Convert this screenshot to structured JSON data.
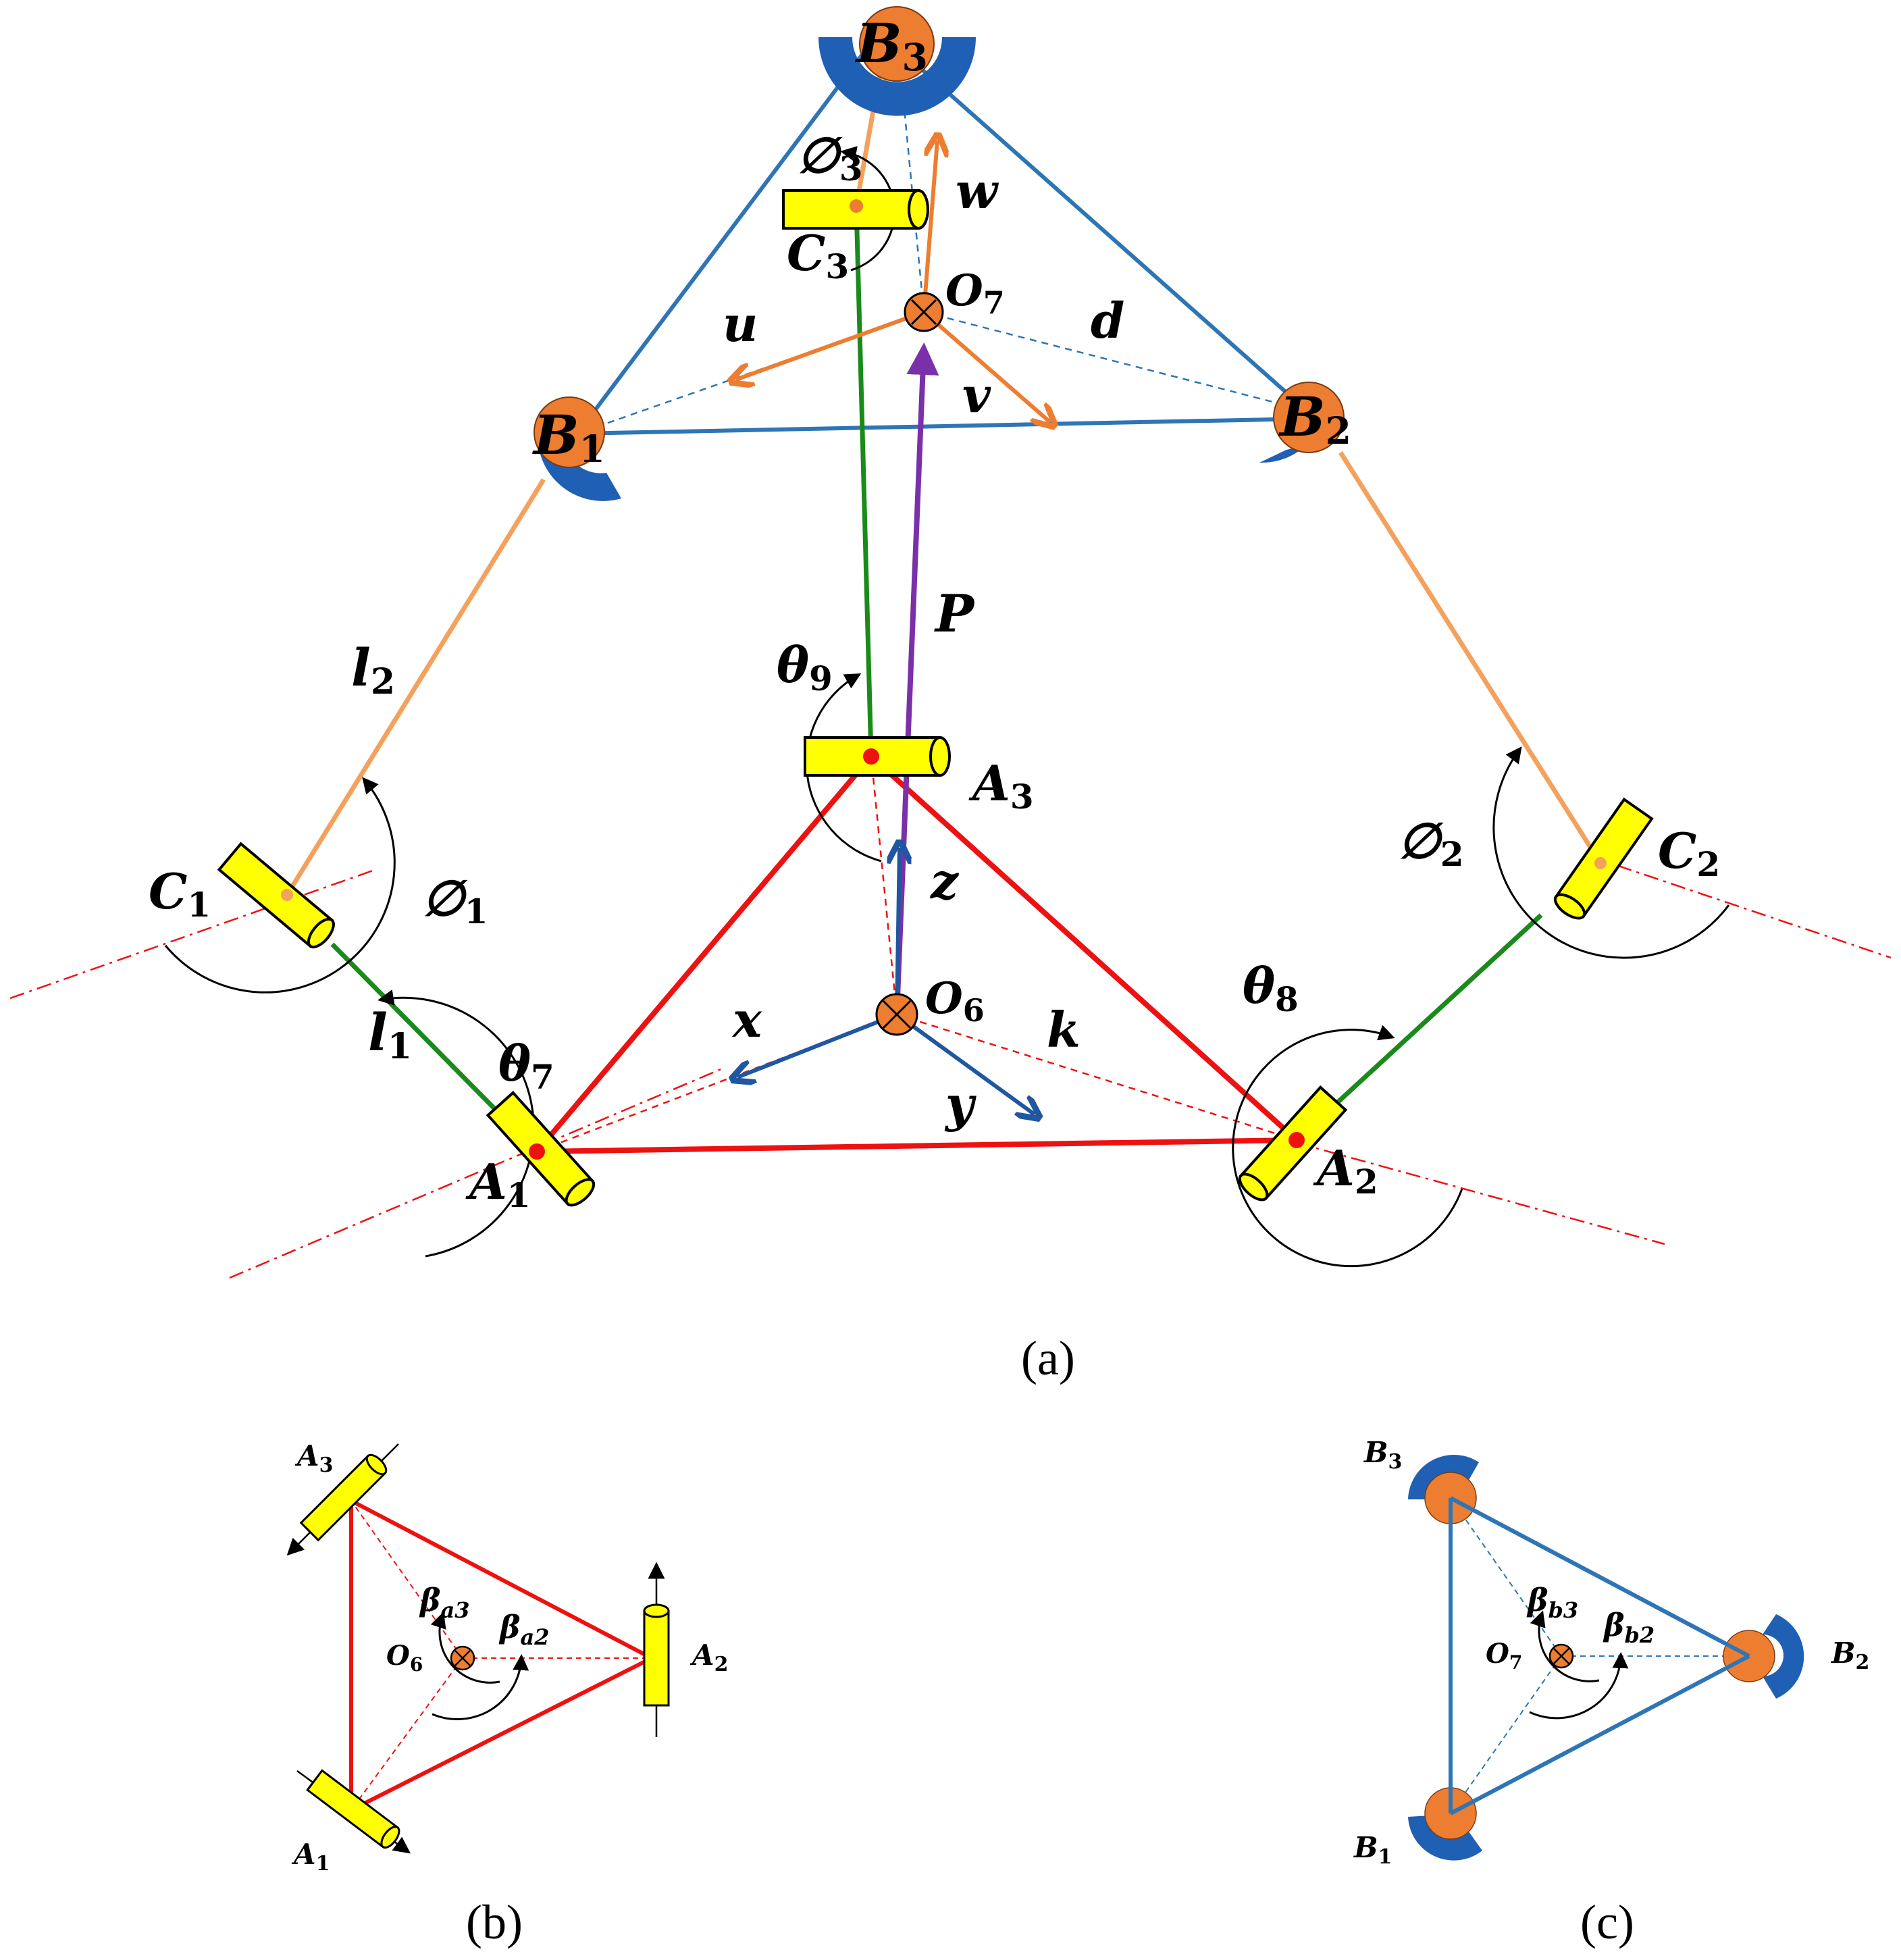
{
  "colors": {
    "platform_blue": "#2e75b6",
    "joint_blue": "#1f5fb4",
    "ball_orange": "#ed7d31",
    "upper_link_orange": "#f4a15d",
    "lower_link_green": "#1a8a1a",
    "base_red": "#ee1111",
    "vector_purple": "#7a30a8",
    "axis_blue": "#1f57a0",
    "actuator_yellow": "#ffff00"
  },
  "labels": {
    "B1": "B",
    "B1s": "1",
    "B2": "B",
    "B2s": "2",
    "B3": "B",
    "B3s": "3",
    "C1": "C",
    "C1s": "1",
    "C2": "C",
    "C2s": "2",
    "C3": "C",
    "C3s": "3",
    "A1": "A",
    "A1s": "1",
    "A2": "A",
    "A2s": "2",
    "A3": "A",
    "A3s": "3",
    "O7": "O",
    "O7s": "7",
    "O6": "O",
    "O6s": "6",
    "phi1": "∅",
    "phi1s": "1",
    "phi2": "∅",
    "phi2s": "2",
    "phi3": "∅",
    "phi3s": "3",
    "theta7": "θ",
    "theta7s": "7",
    "theta8": "θ",
    "theta8s": "8",
    "theta9": "θ",
    "theta9s": "9",
    "l1": "l",
    "l1s": "1",
    "l2": "l",
    "l2s": "2",
    "u": "u",
    "v": "v",
    "w": "w",
    "d": "d",
    "P": "P",
    "x": "x",
    "y": "y",
    "z": "z",
    "k": "k",
    "bA1": "A",
    "bA1s": "1",
    "bA2": "A",
    "bA2s": "2",
    "bA3": "A",
    "bA3s": "3",
    "bO6": "O",
    "bO6s": "6",
    "beta_a3": "β",
    "beta_a3s": "a3",
    "beta_a2": "β",
    "beta_a2s": "a2",
    "cB1": "B",
    "cB1s": "1",
    "cB2": "B",
    "cB2s": "2",
    "cB3": "B",
    "cB3s": "3",
    "cO7": "O",
    "cO7s": "7",
    "beta_b3": "β",
    "beta_b3s": "b3",
    "beta_b2": "β",
    "beta_b2s": "b2"
  },
  "captions": {
    "a": "(a)",
    "b": "(b)",
    "c": "(c)"
  }
}
